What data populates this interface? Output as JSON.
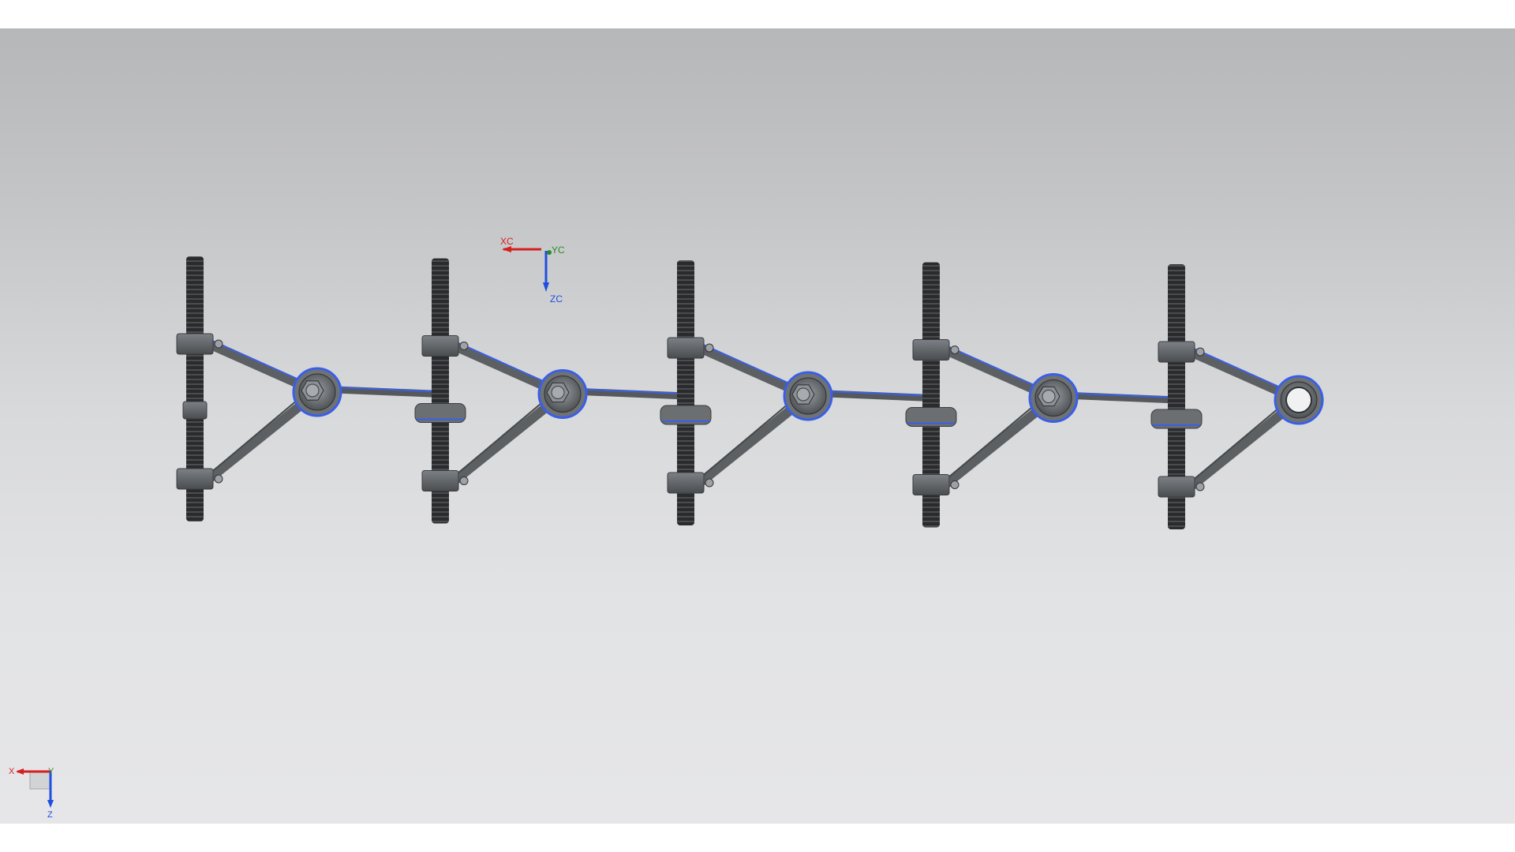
{
  "viewport": {
    "background_top": "#b6b7b9",
    "background_bottom": "#e6e6e8"
  },
  "model": {
    "unit_count": 5,
    "link_color": "#3a5fe6",
    "part_color": "#6e7275",
    "thread_color": "#2b2c2e"
  },
  "wcs_triad": {
    "x_label": "XC",
    "y_label": "YC",
    "z_label": "ZC",
    "x_color": "#d42020",
    "y_color": "#2a8a2a",
    "z_color": "#1f4fe0"
  },
  "view_triad": {
    "x_label": "X",
    "y_label": "Y",
    "z_label": "Z"
  }
}
